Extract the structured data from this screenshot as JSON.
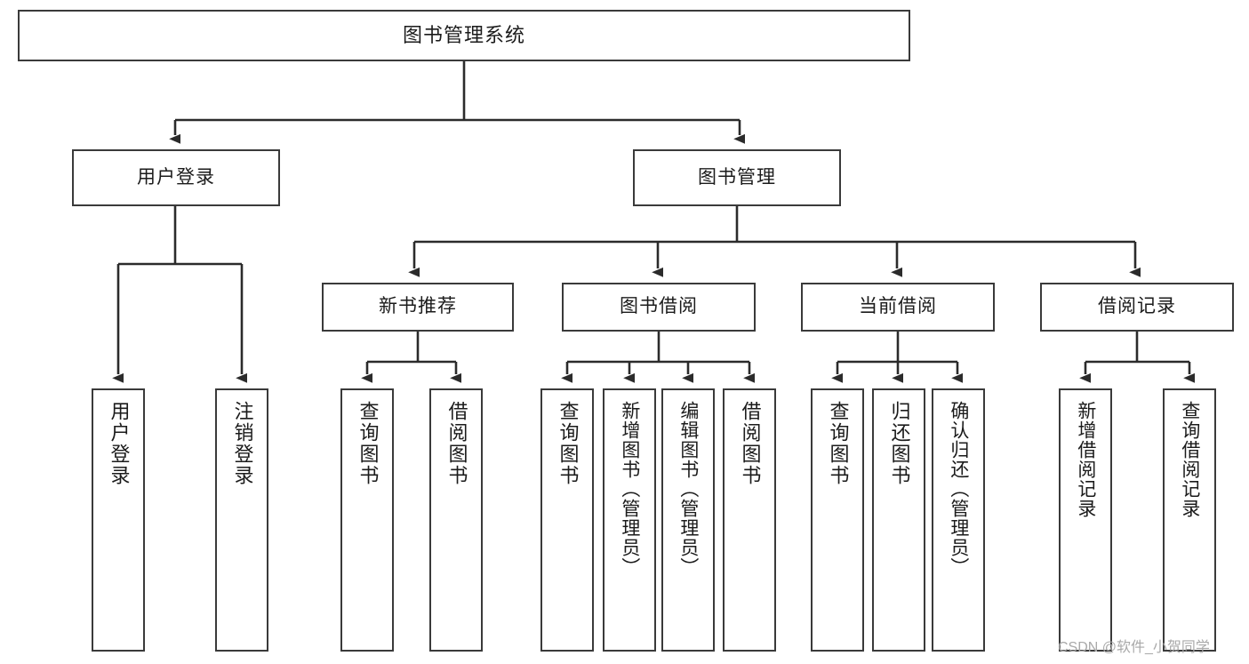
{
  "diagram": {
    "type": "tree",
    "title": "图书管理系统",
    "orientation": "top-down",
    "colors": {
      "box_border": "#3a3a3a",
      "box_fill": "#ffffff",
      "edge": "#2b2b2b",
      "text": "#1b1b1b",
      "watermark": "#a9a9a9",
      "background": "#ffffff"
    }
  },
  "root": {
    "label": "图书管理系统"
  },
  "level1": [
    {
      "label": "用户登录"
    },
    {
      "label": "图书管理"
    }
  ],
  "level2": [
    {
      "label": "新书推荐"
    },
    {
      "label": "图书借阅"
    },
    {
      "label": "当前借阅"
    },
    {
      "label": "借阅记录"
    }
  ],
  "leaves": {
    "user_login": [
      {
        "label": "用户登录"
      },
      {
        "label": "注销登录"
      }
    ],
    "new_book": [
      {
        "label": "查询图书"
      },
      {
        "label": "借阅图书"
      }
    ],
    "book_borrow": [
      {
        "label": "查询图书"
      },
      {
        "label": "新增图书（管理员）"
      },
      {
        "label": "编辑图书（管理员）"
      },
      {
        "label": "借阅图书"
      }
    ],
    "current_borrow": [
      {
        "label": "查询图书"
      },
      {
        "label": "归还图书"
      },
      {
        "label": "确认归还（管理员）"
      }
    ],
    "borrow_record": [
      {
        "label": "新增借阅记录"
      },
      {
        "label": "查询借阅记录"
      }
    ]
  },
  "watermark": {
    "text": "CSDN @软件_小贺同学"
  }
}
